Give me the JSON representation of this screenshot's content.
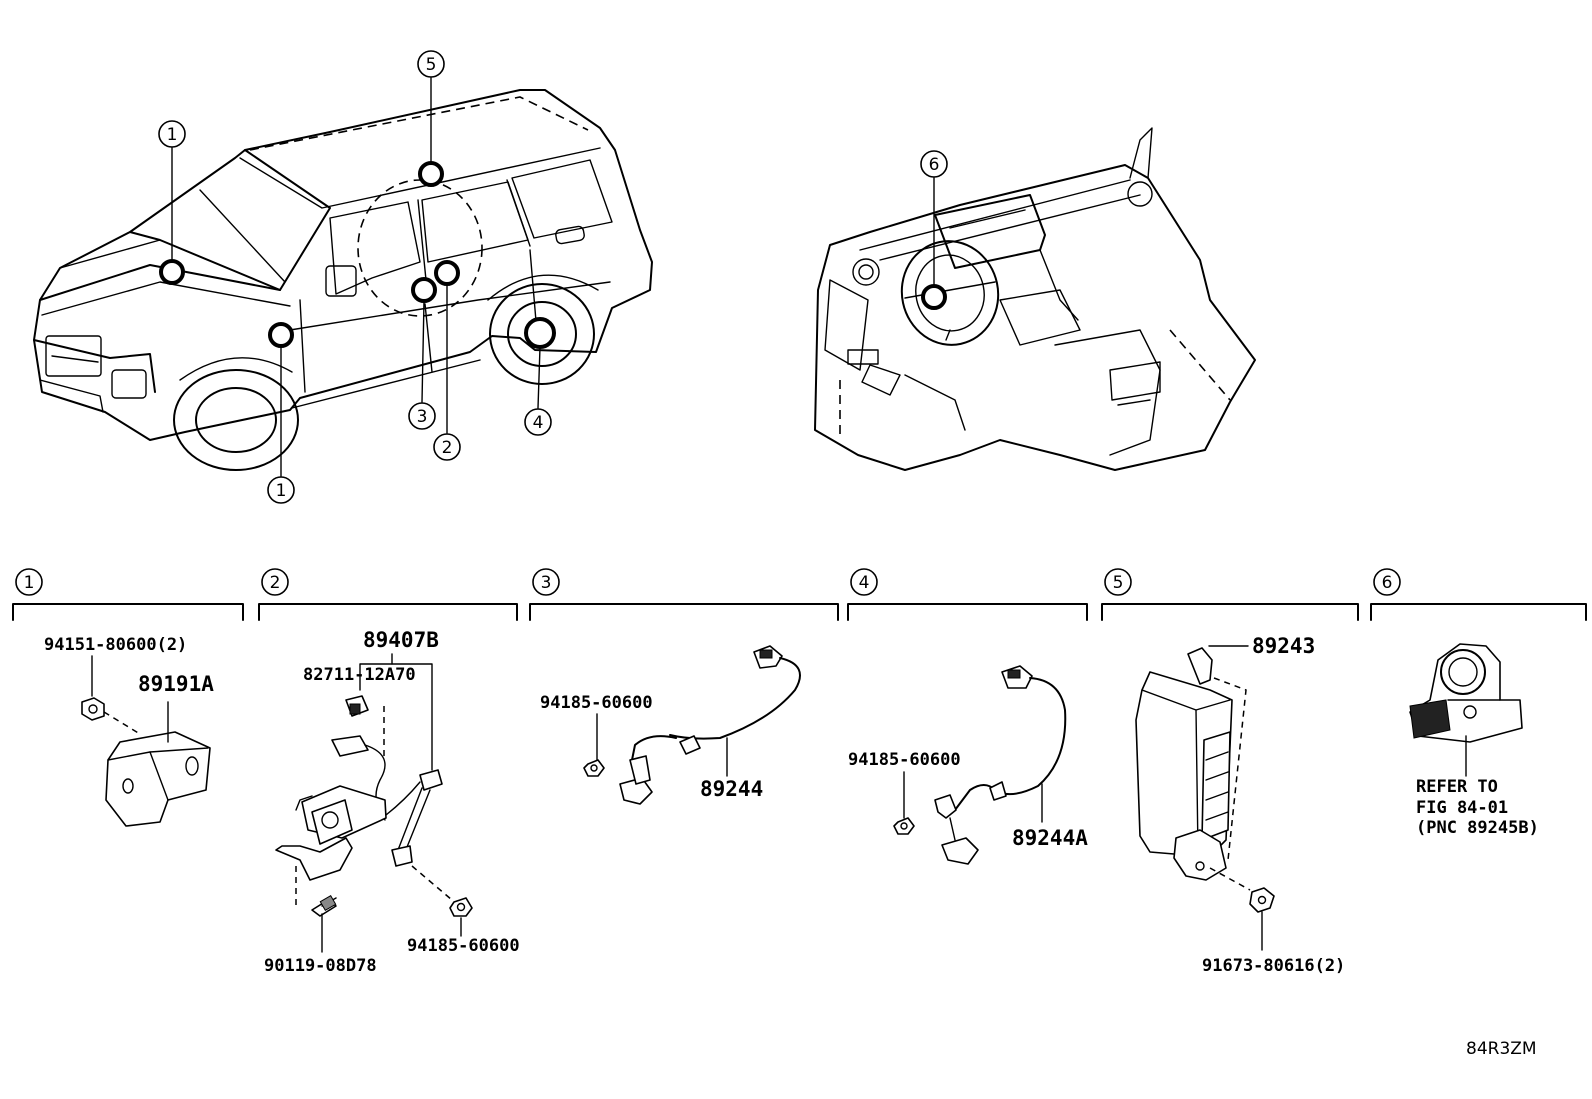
{
  "callout_labels": [
    "1",
    "2",
    "3",
    "4",
    "5",
    "6"
  ],
  "sections": [
    {
      "number": "1",
      "parts": [
        "94151-80600(2)",
        "89191A"
      ]
    },
    {
      "number": "2",
      "parts": [
        "89407B",
        "82711-12A70",
        "90119-08D78",
        "94185-60600"
      ]
    },
    {
      "number": "3",
      "parts": [
        "94185-60600",
        "89244"
      ]
    },
    {
      "number": "4",
      "parts": [
        "94185-60600",
        "89244A"
      ]
    },
    {
      "number": "5",
      "parts": [
        "89243",
        "91673-80616(2)"
      ]
    },
    {
      "number": "6",
      "reference": [
        "REFER TO",
        "FIG 84-01",
        "(PNC 89245B)"
      ]
    }
  ],
  "figure_code": "84R3ZM"
}
